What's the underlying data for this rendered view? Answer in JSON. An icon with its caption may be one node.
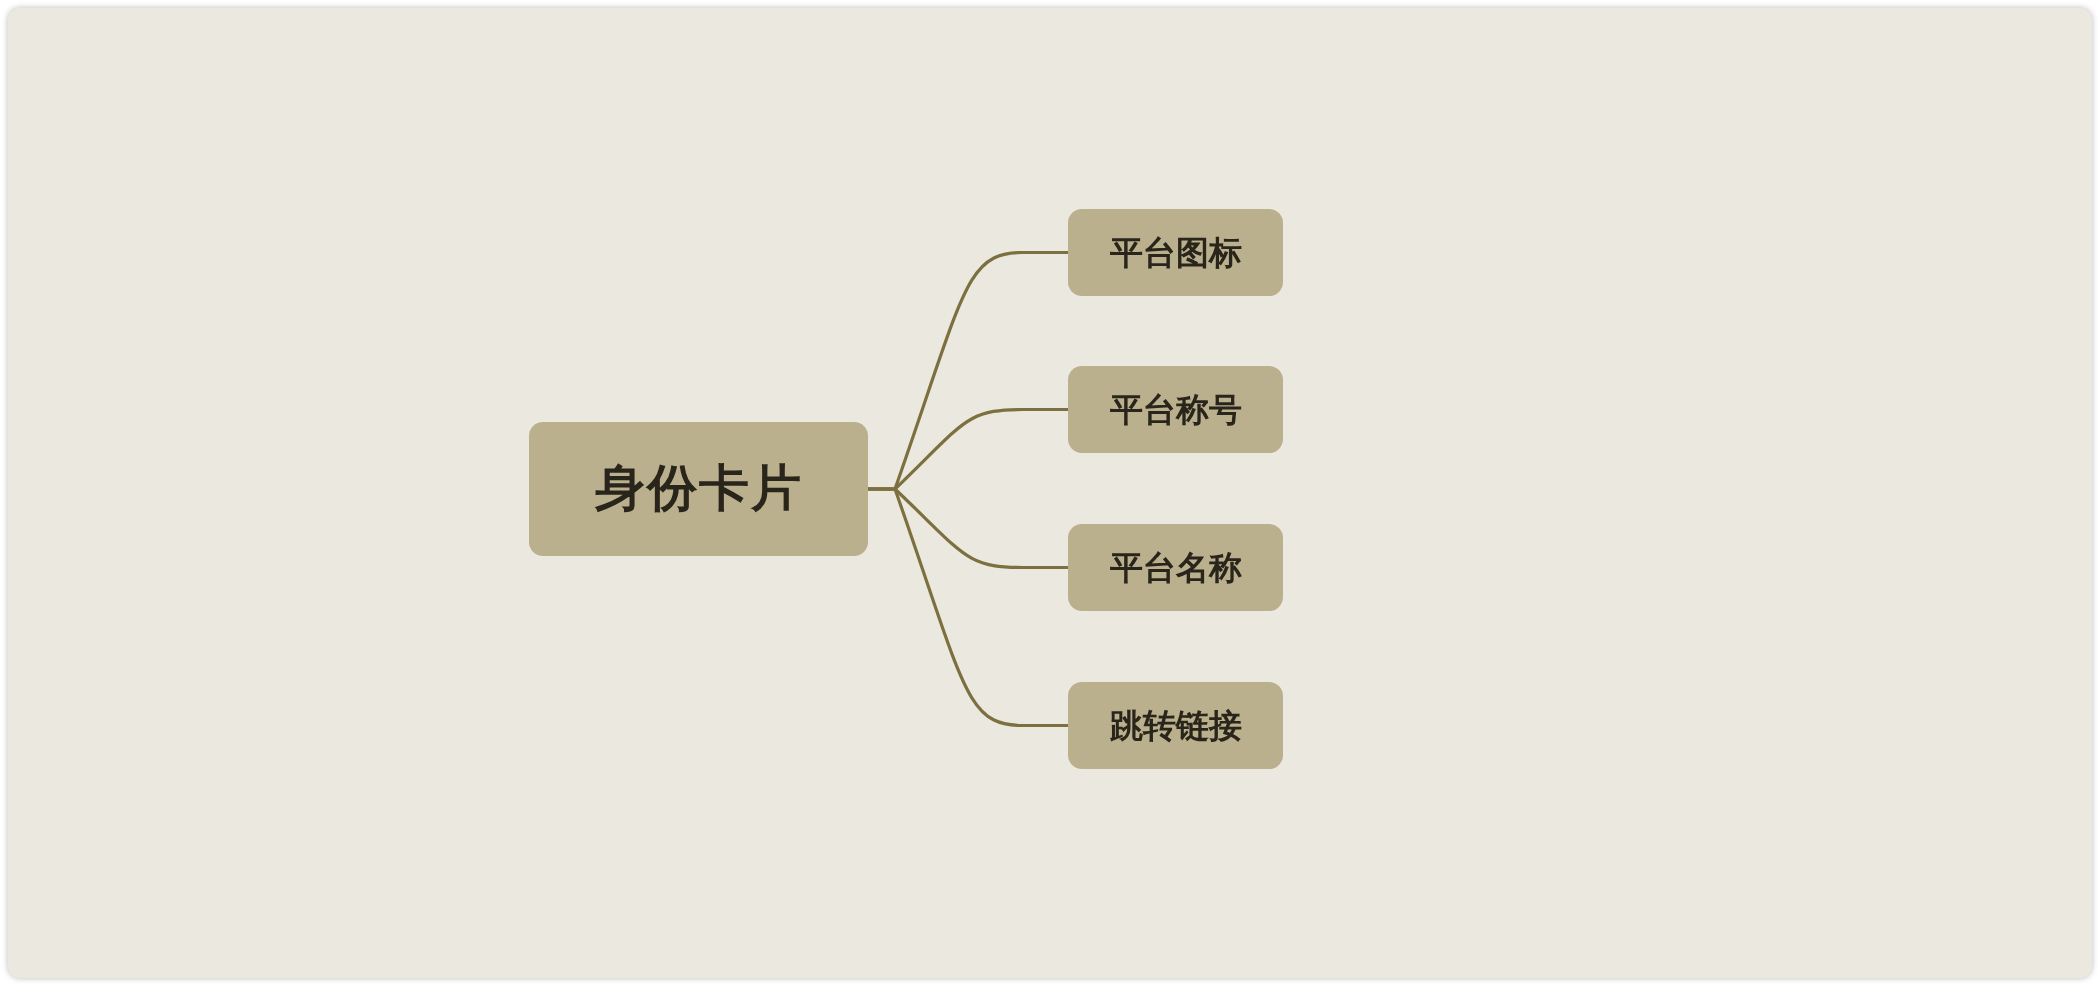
{
  "diagram": {
    "nodes": [
      {
        "text": [
          "身份卡片"
        ]
      },
      {
        "text": [
          "平台图标"
        ]
      },
      {
        "text": [
          "平台称号"
        ]
      },
      {
        "text": [
          "平台名称"
        ]
      },
      {
        "text": [
          "跳转链接"
        ]
      }
    ],
    "edges": [
      {
        "from": 0,
        "to": 1,
        "arrow": "none"
      },
      {
        "from": 0,
        "to": 2,
        "arrow": "none"
      },
      {
        "from": 0,
        "to": 3,
        "arrow": "none"
      },
      {
        "from": 0,
        "to": 4,
        "arrow": "none"
      }
    ]
  }
}
